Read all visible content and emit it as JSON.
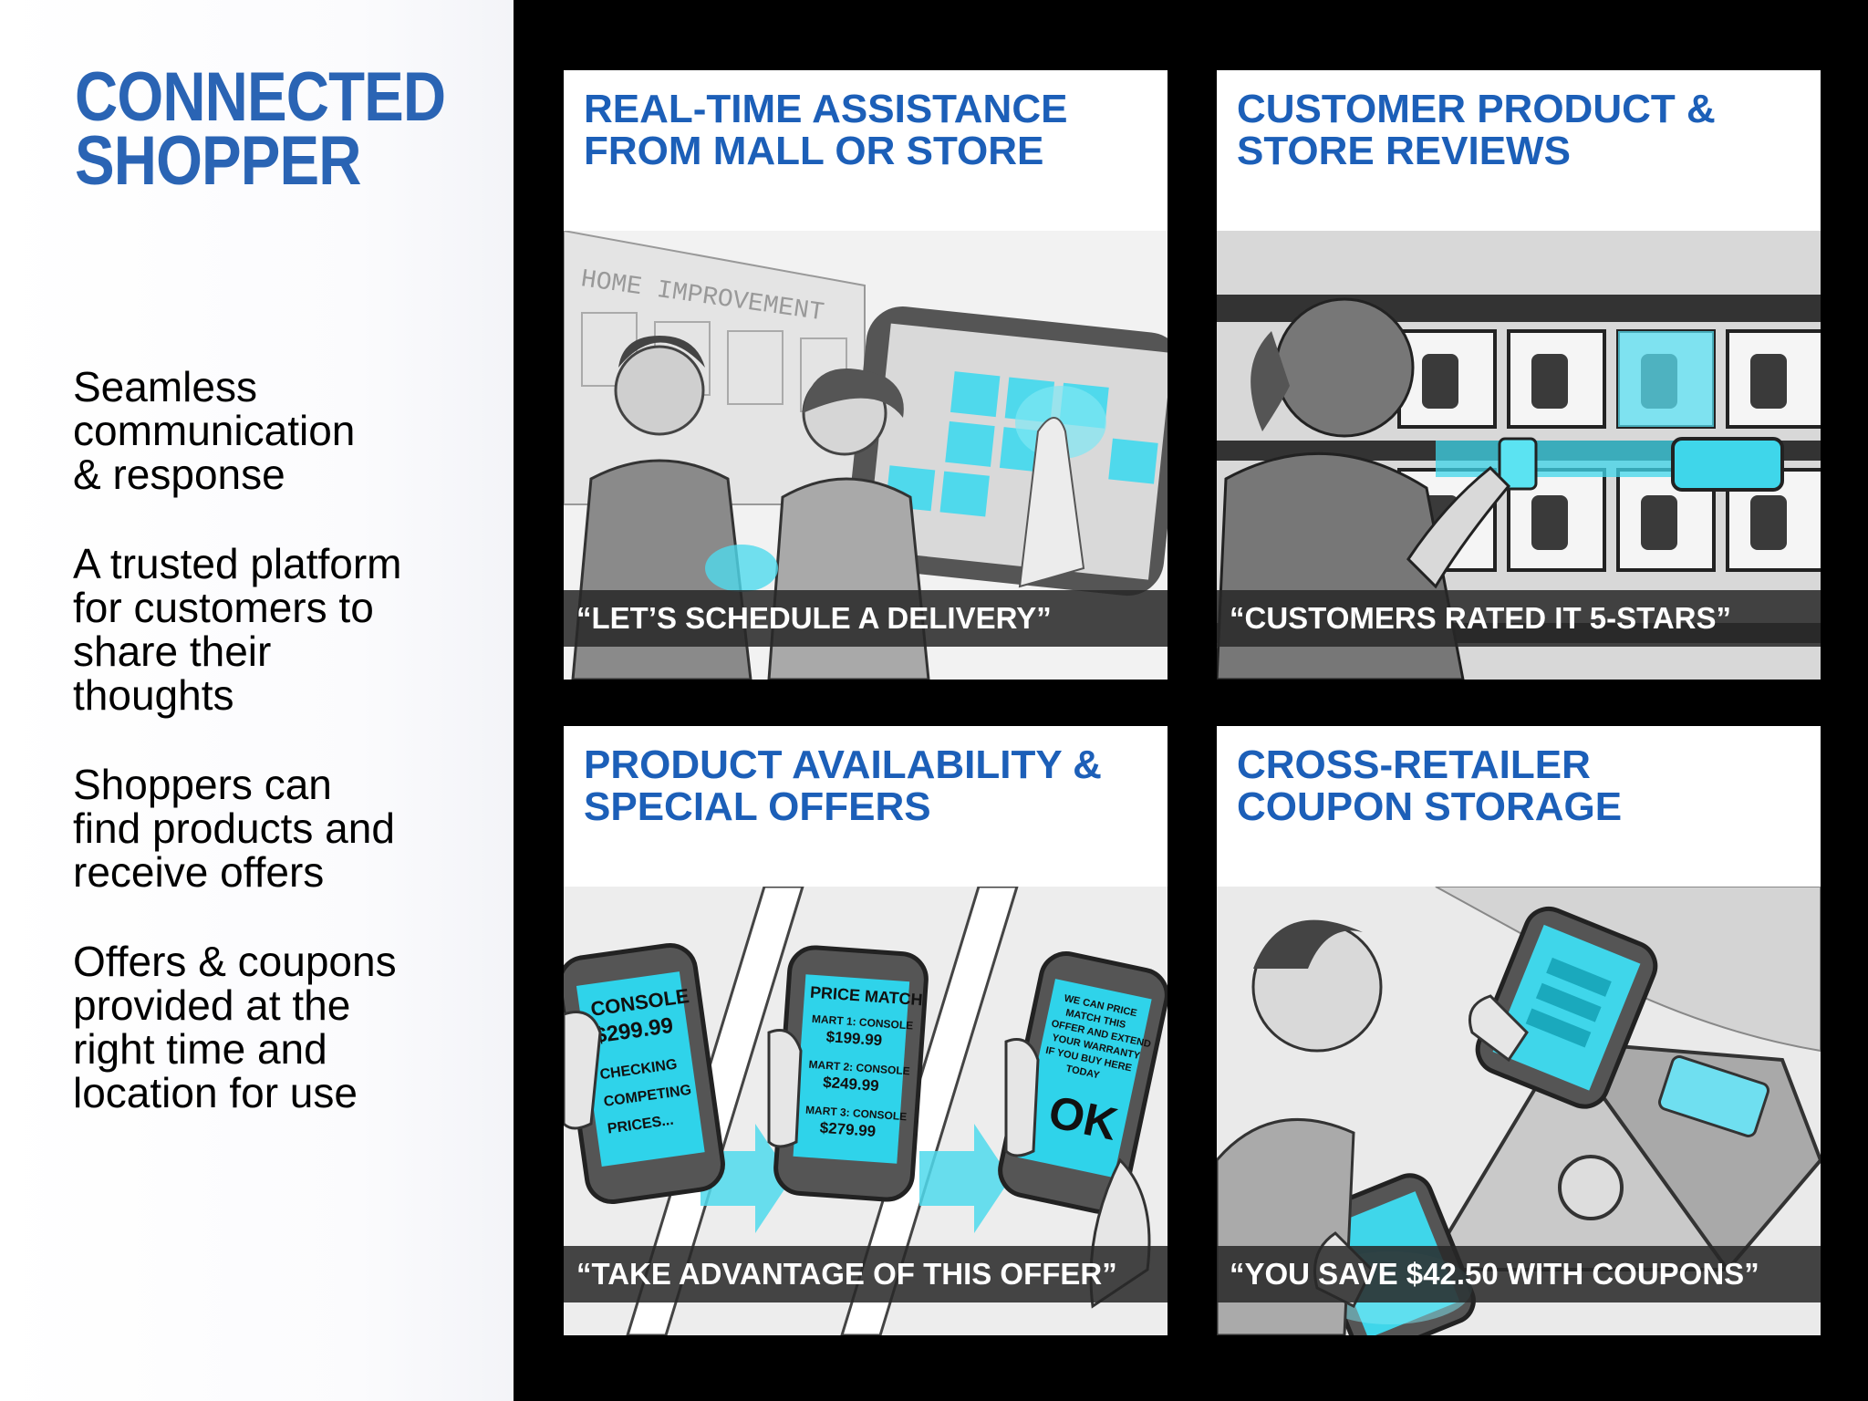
{
  "title": {
    "line1": "CONNECTED",
    "line2": "SHOPPER"
  },
  "bullets": [
    {
      "lines": [
        "Seamless",
        "communication",
        "& response"
      ]
    },
    {
      "lines": [
        "A trusted platform",
        "for customers to",
        "share their",
        "thoughts"
      ]
    },
    {
      "lines": [
        "Shoppers can",
        "find products and",
        "receive offers"
      ]
    },
    {
      "lines": [
        "Offers & coupons",
        "provided at the",
        "right time and",
        "location for use"
      ]
    }
  ],
  "panels": [
    {
      "title": [
        "REAL-TIME ASSISTANCE",
        "FROM MALL OR STORE"
      ],
      "caption": "“LET’S SCHEDULE A DELIVERY”",
      "sign": "HOME IMPROVEMENT"
    },
    {
      "title": [
        "CUSTOMER PRODUCT &",
        "STORE REVIEWS"
      ],
      "caption": "“CUSTOMERS RATED IT 5-STARS”"
    },
    {
      "title": [
        "PRODUCT AVAILABILITY &",
        "SPECIAL OFFERS"
      ],
      "caption": "“TAKE ADVANTAGE OF THIS OFFER”",
      "phones": [
        {
          "lines": [
            "CONSOLE",
            "$299.99",
            "CHECKING",
            "COMPETING",
            "PRICES..."
          ]
        },
        {
          "lines": [
            "PRICE MATCH",
            "MART 1: CONSOLE",
            "$199.99",
            "MART 2: CONSOLE",
            "$249.99",
            "MART 3: CONSOLE",
            "$279.99"
          ]
        },
        {
          "lines": [
            "WE CAN PRICE",
            "MATCH THIS",
            "OFFER AND EXTEND",
            "YOUR WARRANTY",
            "IF YOU BUY HERE",
            "TODAY",
            "OK"
          ]
        }
      ]
    },
    {
      "title": [
        "CROSS-RETAILER",
        "COUPON STORAGE"
      ],
      "caption": "“YOU SAVE $42.50 WITH COUPONS”"
    }
  ],
  "colors": {
    "title_blue": "#2a64b4",
    "panel_title_blue": "#1c5fb8",
    "highlight_cyan": "#3fd6ea",
    "caption_bg": "#2a2a2a"
  }
}
